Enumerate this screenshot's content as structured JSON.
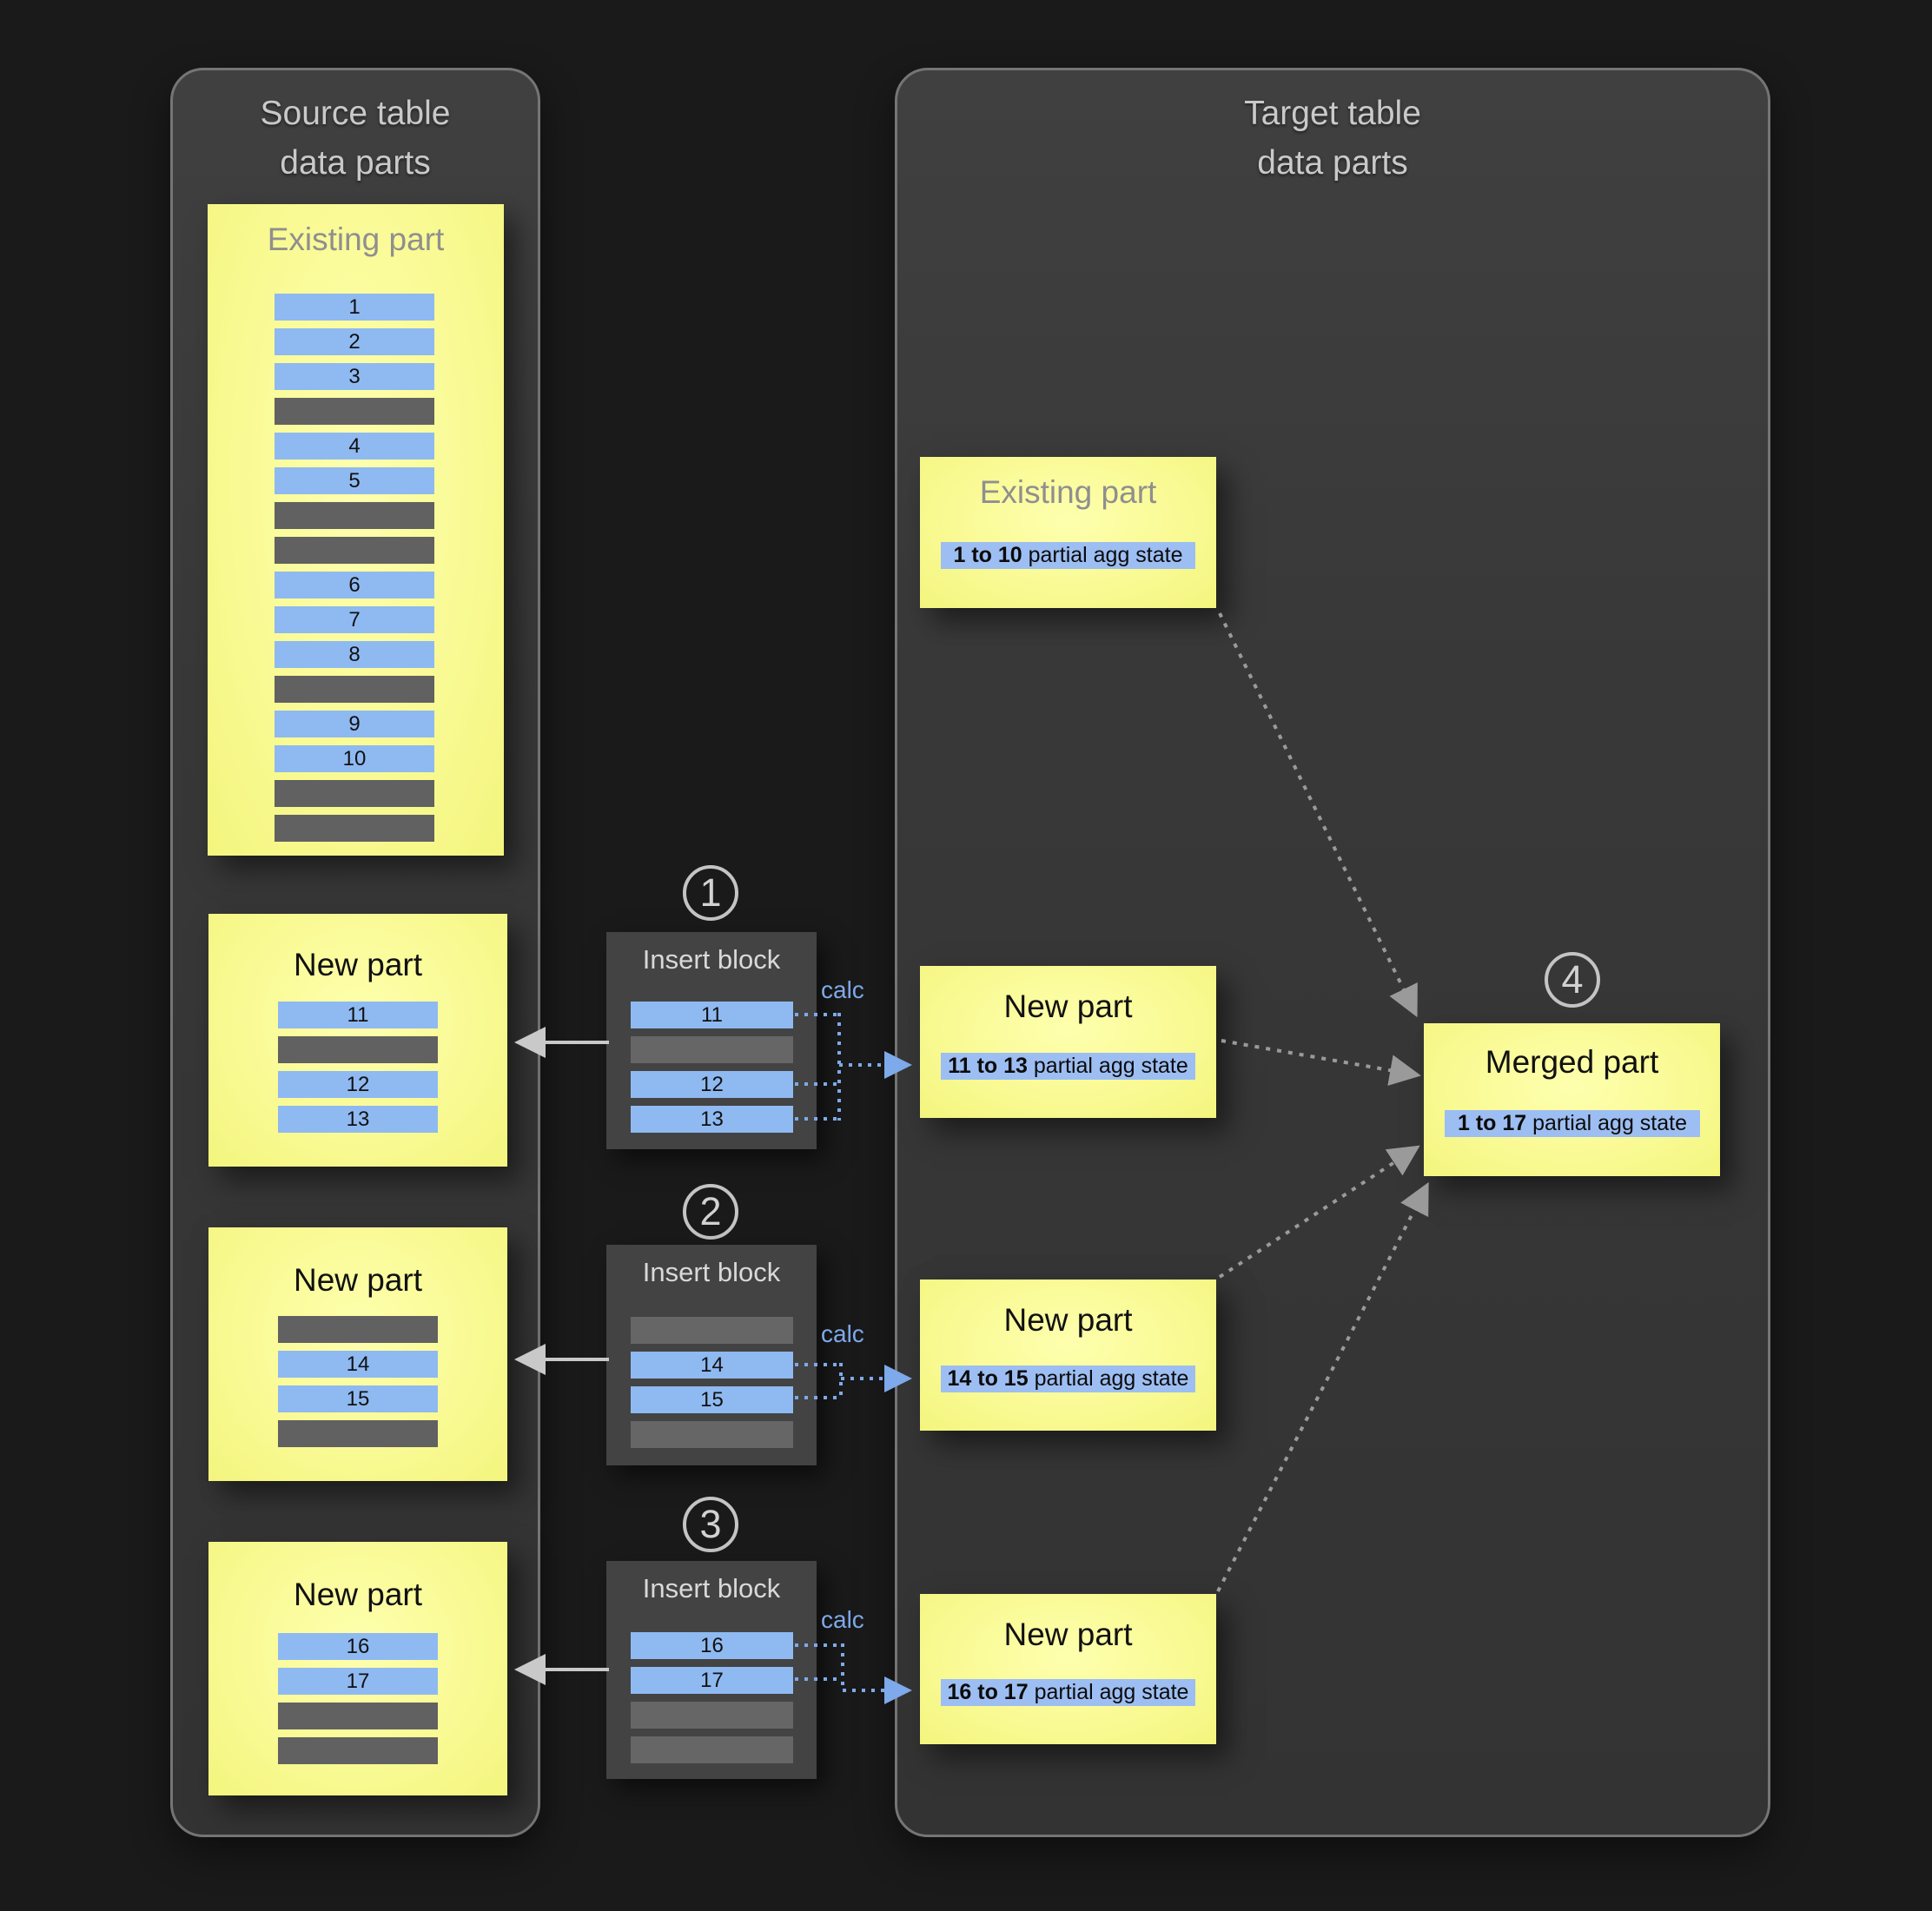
{
  "labels": {
    "calc": "calc"
  },
  "colors": {
    "background": "#1a1a1a",
    "panel_border": "#757575",
    "title_gray": "#c9c9c9",
    "part_title_gray": "#8f8f8f",
    "row_blue": "#8fb9f1",
    "row_gray": "#616161",
    "agg_bar_blue": "#9dbef2",
    "calc_blue": "#7ea9ea",
    "arrow_gray": "#9a9a9a",
    "arrow_white": "#c9c9c9"
  },
  "source_panel": {
    "title_line1": "Source table",
    "title_line2": "data parts",
    "existing_part": {
      "title": "Existing part",
      "rows": [
        "1",
        "2",
        "3",
        null,
        "4",
        "5",
        null,
        null,
        "6",
        "7",
        "8",
        null,
        "9",
        "10",
        null,
        null
      ]
    },
    "new_parts": [
      {
        "title": "New part",
        "rows": [
          "11",
          null,
          "12",
          "13"
        ]
      },
      {
        "title": "New part",
        "rows": [
          null,
          "14",
          "15",
          null
        ]
      },
      {
        "title": "New part",
        "rows": [
          "16",
          "17",
          null,
          null
        ]
      }
    ]
  },
  "insert_blocks": [
    {
      "step": "1",
      "title": "Insert block",
      "rows": [
        "11",
        null,
        "12",
        "13"
      ]
    },
    {
      "step": "2",
      "title": "Insert block",
      "rows": [
        null,
        "14",
        "15",
        null
      ]
    },
    {
      "step": "3",
      "title": "Insert block",
      "rows": [
        "16",
        "17",
        null,
        null
      ]
    }
  ],
  "target_panel": {
    "title_line1": "Target table",
    "title_line2": "data parts",
    "existing_part": {
      "title": "Existing part",
      "agg_bold": "1 to 10",
      "agg_rest": " partial agg state"
    },
    "new_parts": [
      {
        "title": "New part",
        "agg_bold": "11 to 13",
        "agg_rest": " partial agg state"
      },
      {
        "title": "New part",
        "agg_bold": "14 to 15",
        "agg_rest": " partial agg state"
      },
      {
        "title": "New part",
        "agg_bold": "16 to 17",
        "agg_rest": " partial agg state"
      }
    ],
    "merged_part": {
      "step": "4",
      "title": "Merged part",
      "agg_bold": "1 to 17",
      "agg_rest": " partial agg state"
    }
  }
}
